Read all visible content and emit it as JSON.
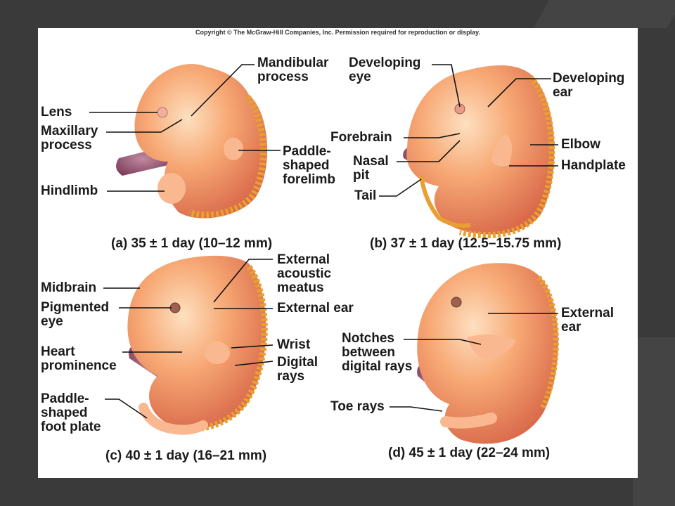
{
  "copyright": "Copyright © The McGraw-Hill Companies, Inc. Permission required for reproduction or display.",
  "panels": {
    "a": {
      "caption": "(a) 35 ± 1 day (10–12 mm)",
      "labels": {
        "mandibular": [
          "Mandibular",
          "process"
        ],
        "lens": [
          "Lens"
        ],
        "maxillary": [
          "Maxillary",
          "process"
        ],
        "paddle_forelimb": [
          "Paddle-",
          "shaped",
          "forelimb"
        ],
        "hindlimb": [
          "Hindlimb"
        ]
      }
    },
    "b": {
      "caption": "(b) 37 ± 1 day (12.5–15.75 mm)",
      "labels": {
        "developing_eye": [
          "Developing",
          "eye"
        ],
        "developing_ear": [
          "Developing",
          "ear"
        ],
        "forebrain": [
          "Forebrain"
        ],
        "elbow": [
          "Elbow"
        ],
        "nasal_pit": [
          "Nasal",
          "pit"
        ],
        "handplate": [
          "Handplate"
        ],
        "tail": [
          "Tail"
        ]
      }
    },
    "c": {
      "caption": "(c) 40 ± 1 day (16–21 mm)",
      "labels": {
        "external_acoustic": [
          "External",
          "acoustic",
          "meatus"
        ],
        "midbrain": [
          "Midbrain"
        ],
        "pigmented_eye": [
          "Pigmented",
          "eye"
        ],
        "external_ear": [
          "External ear"
        ],
        "heart": [
          "Heart",
          "prominence"
        ],
        "wrist": [
          "Wrist"
        ],
        "digital_rays": [
          "Digital",
          "rays"
        ],
        "paddle_foot": [
          "Paddle-",
          "shaped",
          "foot plate"
        ]
      }
    },
    "d": {
      "caption": "(d) 45 ± 1 day (22–24 mm)",
      "labels": {
        "external_ear": [
          "External",
          "ear"
        ],
        "notches": [
          "Notches",
          "between",
          "digital rays"
        ],
        "toe_rays": [
          "Toe rays"
        ]
      }
    }
  },
  "colors": {
    "skin_light": "#fbc79a",
    "skin_mid": "#f29466",
    "skin_dark": "#d8684a",
    "spine": "#e8a030",
    "cord": "#9a5a78"
  }
}
